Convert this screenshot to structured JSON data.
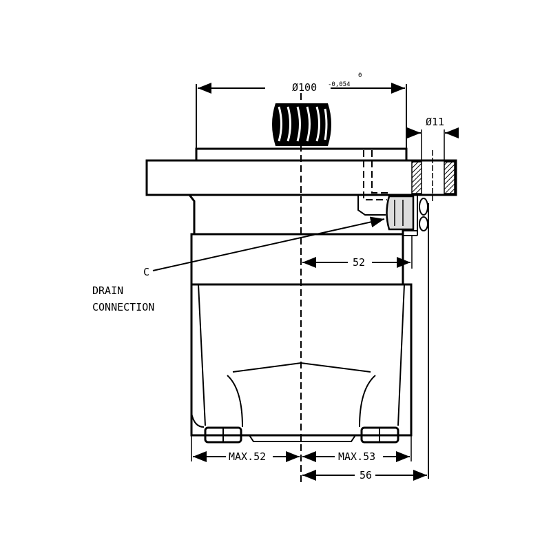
{
  "drawing": {
    "dim_flange_diameter": "Ø100",
    "tolerance_upper": "0",
    "tolerance_lower": "-0,054",
    "dim_hole_diameter": "Ø11",
    "dim_drain_offset": "52",
    "dim_max_left": "MAX.52",
    "dim_max_right": "MAX.53",
    "dim_overall_right": "56",
    "callout_letter": "C",
    "callout_line1": "DRAIN",
    "callout_line2": "CONNECTION"
  }
}
